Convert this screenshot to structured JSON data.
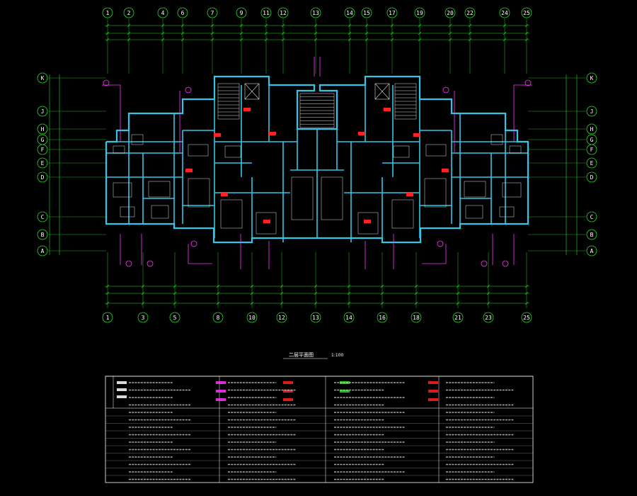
{
  "drawing": {
    "title": "二层平面图",
    "scale": "1:100"
  },
  "axes": {
    "top": [
      "1",
      "2",
      "4",
      "6",
      "7",
      "9",
      "11",
      "12",
      "13",
      "14",
      "15",
      "17",
      "19",
      "20",
      "22",
      "24",
      "25"
    ],
    "bottom": [
      "1",
      "3",
      "5",
      "8",
      "10",
      "12",
      "13",
      "14",
      "16",
      "18",
      "21",
      "23",
      "25"
    ],
    "left": [
      "K",
      "J",
      "H",
      "G",
      "F",
      "E",
      "D",
      "C",
      "B",
      "A"
    ],
    "right": [
      "K",
      "J",
      "H",
      "G",
      "F",
      "E",
      "D",
      "C",
      "B",
      "A"
    ]
  },
  "colors": {
    "background": "#000000",
    "walls": "#33c6e8",
    "dimension_lines": "#22dd22",
    "annotations": "#ff33ff",
    "fixtures": "#dddddd",
    "highlights": "#ff2222",
    "text": "#ffffff"
  }
}
